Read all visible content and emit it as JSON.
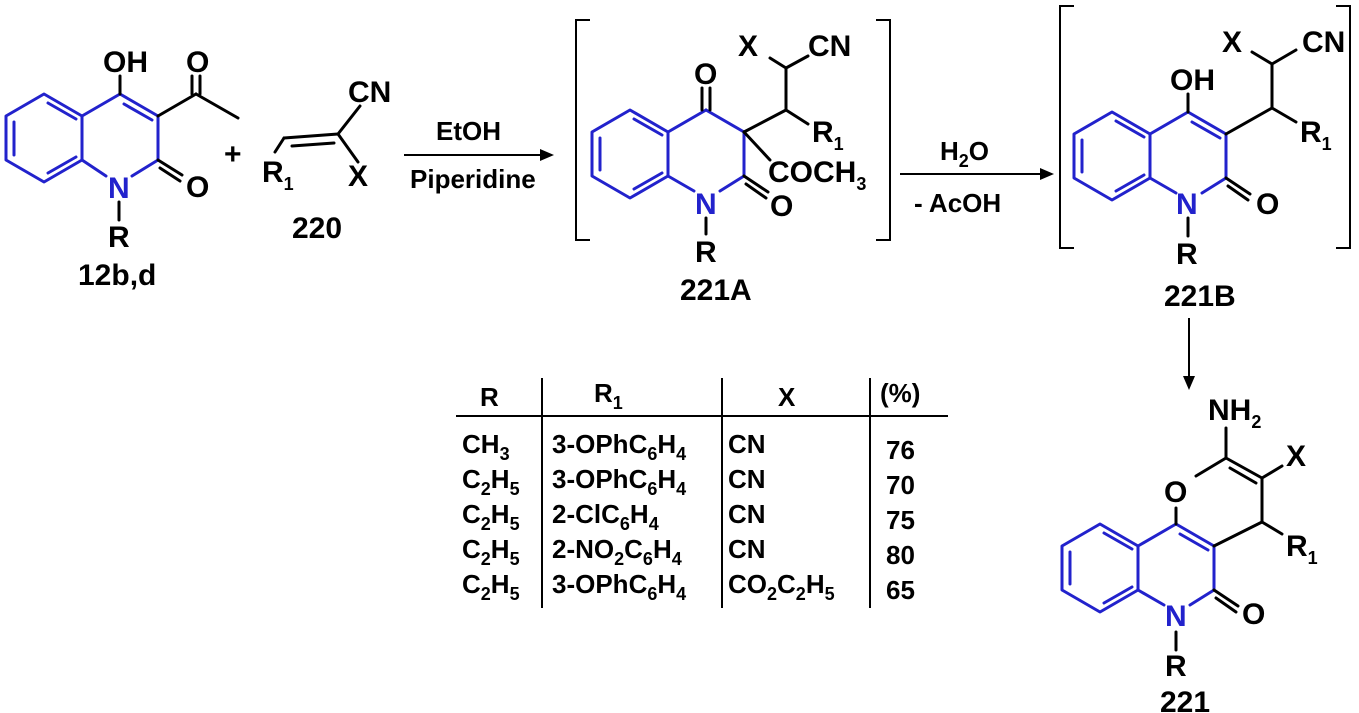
{
  "colors": {
    "ring": "#2222cc",
    "ink": "#000000",
    "background": "#ffffff"
  },
  "reactant_1": {
    "label": "12b,d",
    "atoms": {
      "oh": "OH",
      "o_acetyl": "O",
      "o_amide": "O",
      "n": "N",
      "r": "R"
    }
  },
  "plus": "+",
  "reactant_2": {
    "label": "220",
    "atoms": {
      "cn": "CN",
      "x": "X",
      "r1": "R",
      "r1_sub": "1"
    }
  },
  "arrow_1": {
    "top": "EtOH",
    "bottom": "Piperidine"
  },
  "intermediate_a": {
    "label": "221A",
    "atoms": {
      "o_ketone": "O",
      "x": "X",
      "cn": "CN",
      "r1": "R",
      "r1_sub": "1",
      "coch3": "COCH",
      "coch3_sub": "3",
      "o_amide": "O",
      "n": "N",
      "r": "R"
    }
  },
  "arrow_2": {
    "top": "H",
    "top_sub": "2",
    "top_tail": "O",
    "bottom": "- AcOH"
  },
  "intermediate_b": {
    "label": "221B",
    "atoms": {
      "oh": "OH",
      "x": "X",
      "cn": "CN",
      "r1": "R",
      "r1_sub": "1",
      "o_amide": "O",
      "n": "N",
      "r": "R"
    }
  },
  "product": {
    "label": "221",
    "atoms": {
      "nh2": "NH",
      "nh2_sub": "2",
      "x": "X",
      "o_ring": "O",
      "r1": "R",
      "r1_sub": "1",
      "o_amide": "O",
      "n": "N",
      "r": "R"
    }
  },
  "table": {
    "headers": {
      "r": "R",
      "r1": "R",
      "r1_sub": "1",
      "x": "X",
      "yield": "(%)"
    },
    "rows": [
      {
        "r": [
          [
            "CH",
            "n"
          ],
          [
            "3",
            "s"
          ]
        ],
        "r1": [
          [
            "3-OPhC",
            "n"
          ],
          [
            "6",
            "s"
          ],
          [
            "H",
            "n"
          ],
          [
            "4",
            "s"
          ]
        ],
        "x": [
          [
            "CN",
            "n"
          ]
        ],
        "yield": "76"
      },
      {
        "r": [
          [
            "C",
            "n"
          ],
          [
            "2",
            "s"
          ],
          [
            "H",
            "n"
          ],
          [
            "5",
            "s"
          ]
        ],
        "r1": [
          [
            "3-OPhC",
            "n"
          ],
          [
            "6",
            "s"
          ],
          [
            "H",
            "n"
          ],
          [
            "4",
            "s"
          ]
        ],
        "x": [
          [
            "CN",
            "n"
          ]
        ],
        "yield": "70"
      },
      {
        "r": [
          [
            "C",
            "n"
          ],
          [
            "2",
            "s"
          ],
          [
            "H",
            "n"
          ],
          [
            "5",
            "s"
          ]
        ],
        "r1": [
          [
            "2-ClC",
            "n"
          ],
          [
            "6",
            "s"
          ],
          [
            "H",
            "n"
          ],
          [
            "4",
            "s"
          ]
        ],
        "x": [
          [
            "CN",
            "n"
          ]
        ],
        "yield": "75"
      },
      {
        "r": [
          [
            "C",
            "n"
          ],
          [
            "2",
            "s"
          ],
          [
            "H",
            "n"
          ],
          [
            "5",
            "s"
          ]
        ],
        "r1": [
          [
            "2-NO",
            "n"
          ],
          [
            "2",
            "s"
          ],
          [
            "C",
            "n"
          ],
          [
            "6",
            "s"
          ],
          [
            "H",
            "n"
          ],
          [
            "4",
            "s"
          ]
        ],
        "x": [
          [
            "CN",
            "n"
          ]
        ],
        "yield": "80"
      },
      {
        "r": [
          [
            "C",
            "n"
          ],
          [
            "2",
            "s"
          ],
          [
            "H",
            "n"
          ],
          [
            "5",
            "s"
          ]
        ],
        "r1": [
          [
            "3-OPhC",
            "n"
          ],
          [
            "6",
            "s"
          ],
          [
            "H",
            "n"
          ],
          [
            "4",
            "s"
          ]
        ],
        "x": [
          [
            "CO",
            "n"
          ],
          [
            "2",
            "s"
          ],
          [
            "C",
            "n"
          ],
          [
            "2",
            "s"
          ],
          [
            "H",
            "n"
          ],
          [
            "5",
            "s"
          ]
        ],
        "yield": "65"
      }
    ]
  }
}
